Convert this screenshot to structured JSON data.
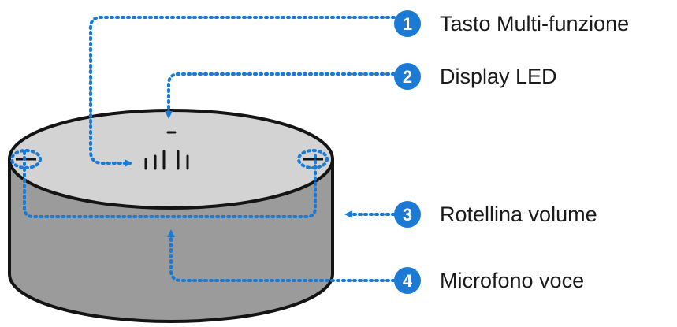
{
  "colors": {
    "accent": "#1a7ad4",
    "outline": "#141414",
    "top_face": "#d3d3d3",
    "side_face": "#9b9b9b"
  },
  "callouts": [
    {
      "number": "1",
      "label": "Tasto Multi-funzione"
    },
    {
      "number": "2",
      "label": "Display LED"
    },
    {
      "number": "3",
      "label": "Rotellina volume"
    },
    {
      "number": "4",
      "label": "Microfono voce"
    }
  ]
}
